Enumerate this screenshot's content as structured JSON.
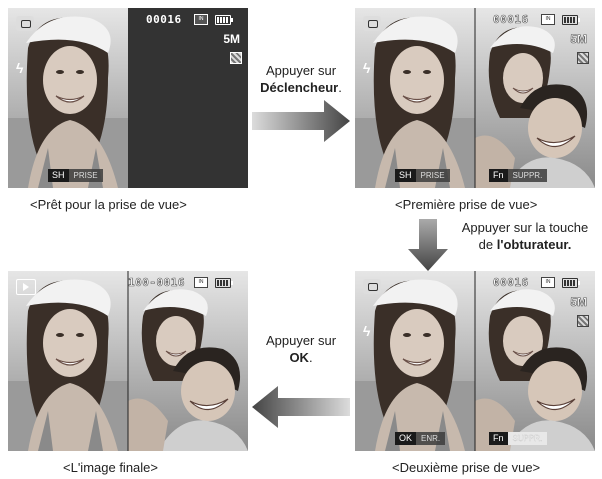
{
  "colors": {
    "screen_dark": "#333333",
    "arrow_dark": "#4a4a4a",
    "arrow_light": "#d4d4d4",
    "text": "#222222"
  },
  "screens": {
    "ready": {
      "counter": "00016",
      "size": "5M",
      "softkey_badge": "SH",
      "softkey_label": "PRISE",
      "caption": "<Prêt pour la prise de vue>",
      "icons": [
        "camera-mode-icon",
        "flash-icon",
        "card-icon",
        "battery-icon",
        "quality-icon"
      ]
    },
    "first": {
      "counter": "00016",
      "size": "5M",
      "softkey1_badge": "SH",
      "softkey1_label": "PRISE",
      "softkey2_badge": "Fn",
      "softkey2_label": "SUPPR.",
      "caption": "<Première prise de vue>",
      "icons": [
        "camera-mode-icon",
        "flash-icon",
        "card-icon",
        "battery-icon",
        "quality-icon"
      ]
    },
    "second": {
      "counter": "00016",
      "size": "5M",
      "softkey1_badge": "OK",
      "softkey1_label": "ENR.",
      "softkey2_badge": "Fn",
      "softkey2_label": "SUPPR.",
      "caption": "<Deuxième prise de vue>",
      "icons": [
        "camera-mode-icon",
        "flash-icon",
        "card-icon",
        "battery-icon",
        "quality-icon"
      ]
    },
    "final": {
      "counter": "100-0016",
      "caption": "<L'image finale>",
      "icons": [
        "playback-icon",
        "card-icon",
        "battery-icon"
      ]
    }
  },
  "instructions": {
    "step1_line1": "Appuyer sur",
    "step1_bold": "Déclencheur",
    "step1_end": ".",
    "step2_line1": "Appuyer sur la touche",
    "step2_prefix": "de ",
    "step2_bold": "l'obturateur.",
    "step3_line1": "Appuyer sur",
    "step3_bold": "OK",
    "step3_end": "."
  }
}
